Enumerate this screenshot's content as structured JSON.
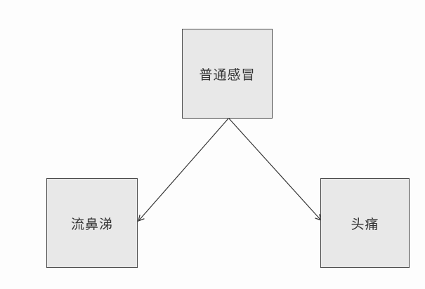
{
  "diagram": {
    "type": "directed-graph",
    "nodes": [
      {
        "id": "common-cold",
        "label": "普通感冒"
      },
      {
        "id": "runny-nose",
        "label": "流鼻涕"
      },
      {
        "id": "headache",
        "label": "头痛"
      }
    ],
    "edges": [
      {
        "from": "common-cold",
        "to": "runny-nose",
        "style": "arrow"
      },
      {
        "from": "common-cold",
        "to": "headache",
        "style": "arrow"
      }
    ],
    "colors": {
      "node_fill": "#e8e8e8",
      "node_border": "#4a4a4a",
      "edge_stroke": "#333333",
      "text": "#333333",
      "background": "#fdfdfd"
    }
  }
}
